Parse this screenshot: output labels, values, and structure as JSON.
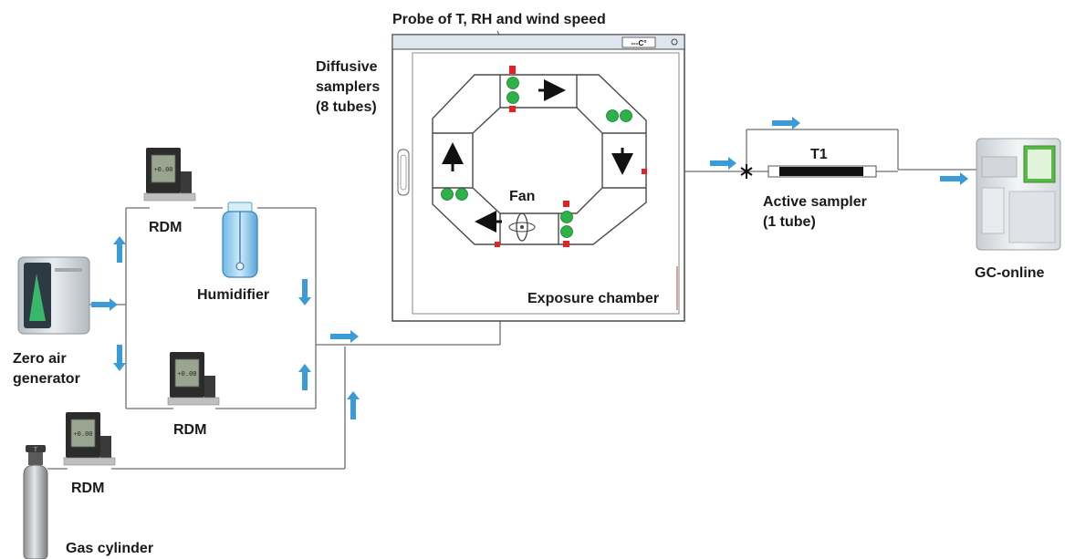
{
  "labels": {
    "probe": "Probe of T, RH and wind speed",
    "diffusive_line1": "Diffusive",
    "diffusive_line2": "samplers",
    "diffusive_line3": "(8 tubes)",
    "fan": "Fan",
    "exposure_chamber": "Exposure chamber",
    "rdm_top": "RDM",
    "rdm_middle": "RDM",
    "rdm_bottom": "RDM",
    "humidifier": "Humidifier",
    "zero_air_line1": "Zero air",
    "zero_air_line2": "generator",
    "gas_cylinder": "Gas cylinder",
    "t1": "T1",
    "active_sampler_line1": "Active sampler",
    "active_sampler_line2": "(1 tube)",
    "gc_online": "GC-online",
    "chamber_display": "---C°",
    "rdm_display": "+0.00"
  },
  "colors": {
    "flow_arrow": "#3b9bd6",
    "sampler": "#2db24a",
    "probe_marker": "#e82020",
    "tubing": "#6e6e6e",
    "gc_accent": "#59b947"
  }
}
